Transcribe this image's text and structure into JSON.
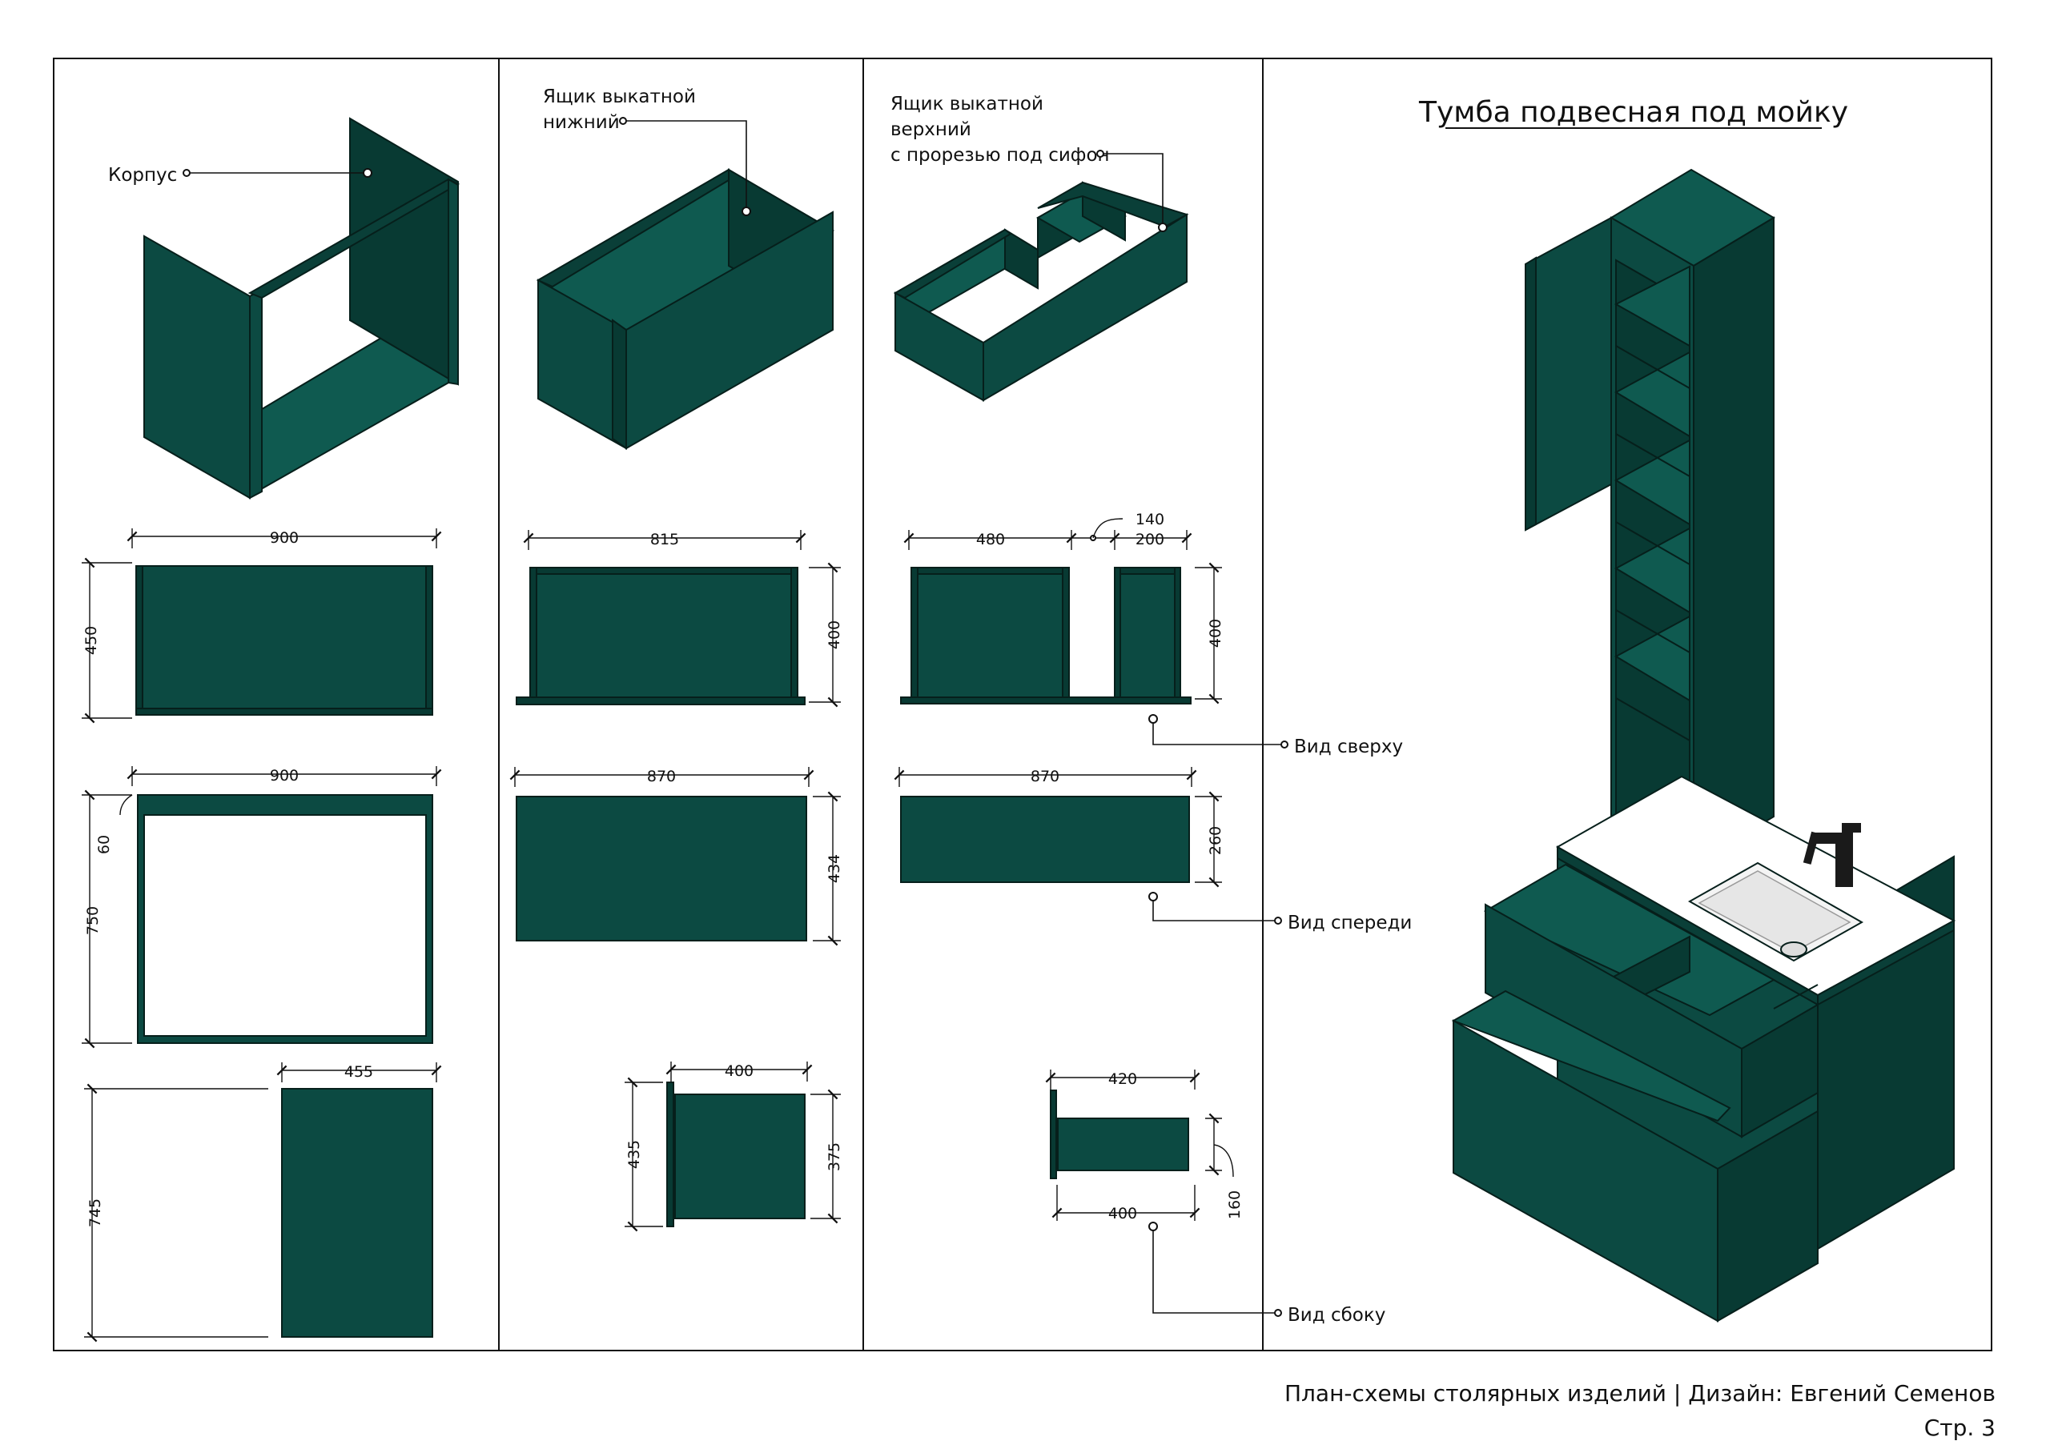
{
  "title": "Тумба подвесная под мойку",
  "footer": {
    "line1": "План-схемы столярных изделий | Дизайн: Евгений Семенов",
    "line2": "Стр. 3"
  },
  "labels": {
    "korpus": "Корпус",
    "drawer_lower_1": "Ящик выкатной",
    "drawer_lower_2": "нижний",
    "drawer_upper_1": "Ящик выкатной",
    "drawer_upper_2": "верхний",
    "drawer_upper_3": "с прорезью под сифон",
    "view_top": "Вид сверху",
    "view_front": "Вид спереди",
    "view_side": "Вид сбоку"
  },
  "dims": {
    "c1_top_w": "900",
    "c1_top_h": "450",
    "c1_front_w": "900",
    "c1_front_h": "750",
    "c1_front_rail": "60",
    "c1_side_w": "455",
    "c1_side_h": "745",
    "c2_top_w": "815",
    "c2_top_h": "400",
    "c2_front_w": "870",
    "c2_front_h": "434",
    "c2_side_w": "400",
    "c2_side_h1": "435",
    "c2_side_h2": "375",
    "c3_top_w1": "480",
    "c3_top_cut": "140",
    "c3_top_w2": "200",
    "c3_top_h": "400",
    "c3_front_w": "870",
    "c3_front_h": "260",
    "c3_side_w1": "420",
    "c3_side_w2": "400",
    "c3_side_h": "160"
  },
  "colors": {
    "green": "#0c4a42",
    "green_dark": "#083a33",
    "green_light": "#0f5a50",
    "line": "#111111"
  }
}
